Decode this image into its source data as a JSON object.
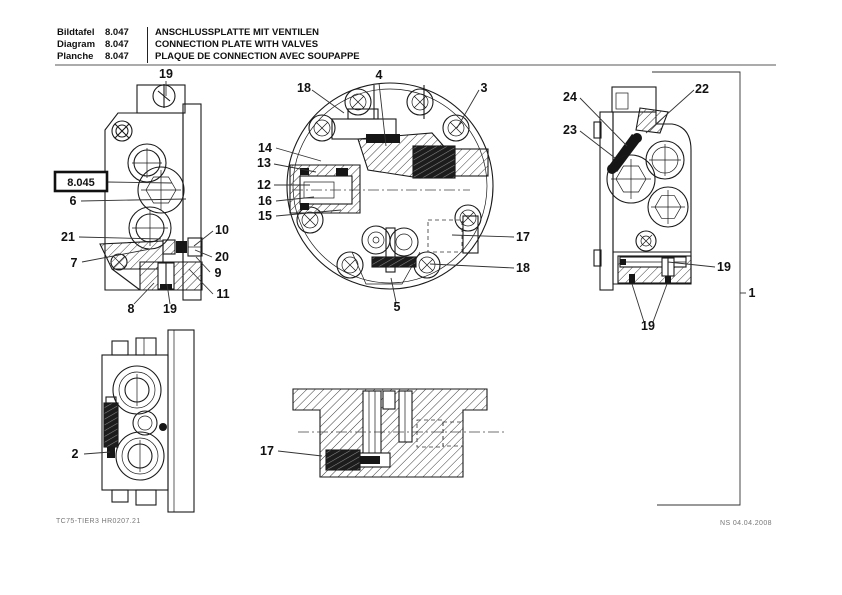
{
  "header": {
    "rows": [
      {
        "label": "Bildtafel",
        "number": "8.047",
        "title": "ANSCHLUSSPLATTE MIT VENTILEN"
      },
      {
        "label": "Diagram",
        "number": "8.047",
        "title": "CONNECTION PLATE WITH VALVES"
      },
      {
        "label": "Planche",
        "number": "8.047",
        "title": "PLAQUE DE CONNECTION AVEC SOUPAPPE"
      }
    ]
  },
  "reference_box": {
    "label": "8.045"
  },
  "callouts": {
    "a_19_top": "19",
    "a_6": "6",
    "a_21": "21",
    "a_7": "7",
    "a_8": "8",
    "a_19_bottom": "19",
    "a_10": "10",
    "a_20": "20",
    "a_9": "9",
    "a_11": "11",
    "b_4": "4",
    "b_18_top_left": "18",
    "b_3": "3",
    "b_14": "14",
    "b_13": "13",
    "b_12": "12",
    "b_16": "16",
    "b_15": "15",
    "b_17": "17",
    "b_18_bottom": "18",
    "b_5": "5",
    "c_24": "24",
    "c_23": "23",
    "c_22": "22",
    "c_19_right": "19",
    "c_19_bottom": "19",
    "c_1": "1",
    "d_2": "2",
    "e_17": "17"
  },
  "footer": {
    "left": "TC75-TIER3 HR0207.21",
    "right": "NS 04.04.2008"
  },
  "colors": {
    "line": "#1a1a1a",
    "background": "#ffffff",
    "rule": "#8f8f8f"
  }
}
